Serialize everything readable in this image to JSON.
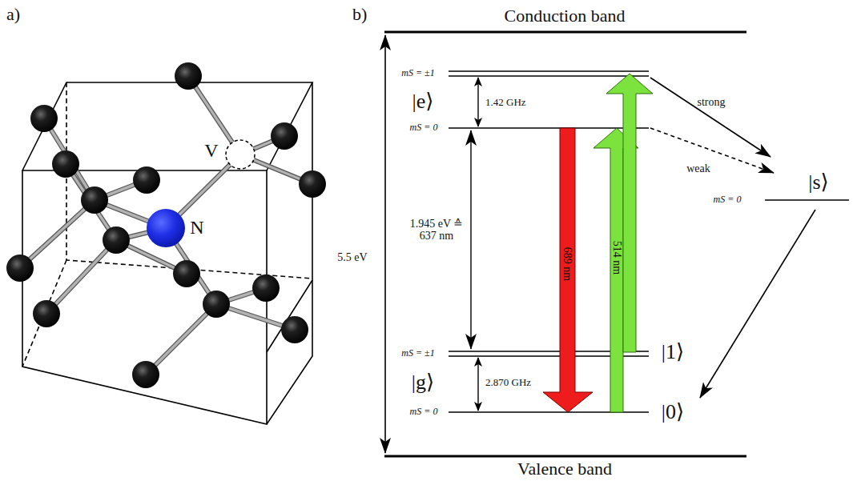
{
  "diagram": {
    "labels": [
      "a)",
      "b)",
      "Conduction band",
      "Valence band",
      "5.5 eV",
      "mS = ±1",
      "mS = 0",
      "1.42 GHz",
      "|e⟩",
      "strong",
      "weak",
      "|s⟩",
      "mS = 0",
      "1.945 eV ≙ 637 nm",
      "689 nm",
      "514 nm",
      "mS = ±1",
      "mS = 0",
      "2.870 GHz",
      "|g⟩",
      "|1⟩",
      "|0⟩",
      "V",
      "N"
    ]
  }
}
